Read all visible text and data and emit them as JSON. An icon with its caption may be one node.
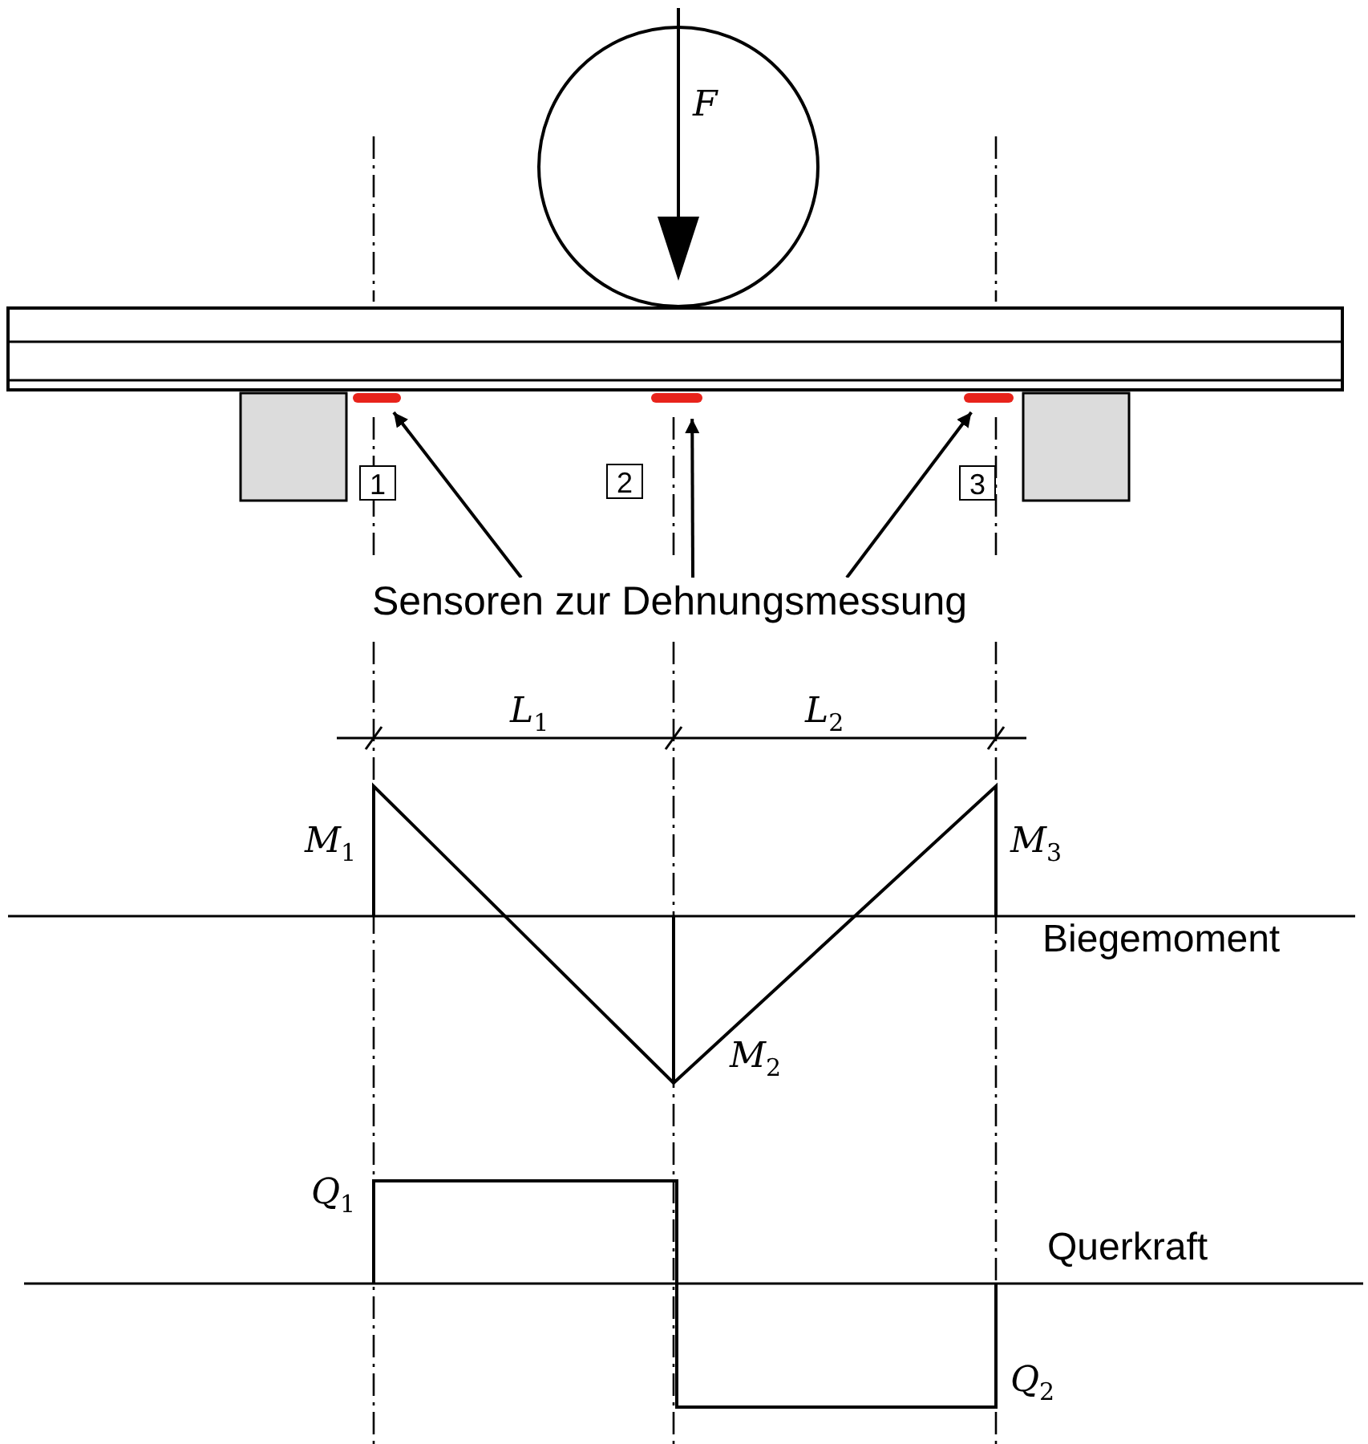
{
  "diagram": {
    "nodes": [
      {
        "text": [
          "Sensoren zur Dehnungsmessung"
        ]
      },
      {
        "text": [],
        "shape": "bar"
      },
      {
        "text": [],
        "shape": "bar"
      },
      {
        "text": [],
        "shape": "bar"
      }
    ],
    "edges": [
      {
        "from": 0,
        "to": 1,
        "arrow": "to"
      },
      {
        "from": 0,
        "to": 2,
        "arrow": "to"
      },
      {
        "from": 0,
        "to": 3,
        "arrow": "to"
      }
    ],
    "labels": [
      "F",
      "1",
      "2",
      "3",
      "L$_{1}$",
      "L$_{2}$",
      "M$_{1}$",
      "M$_{3}$",
      "Biegemoment",
      "M$_{2}$",
      "Q$_{1}$",
      "Querkraft",
      "Q$_{2}$"
    ]
  }
}
